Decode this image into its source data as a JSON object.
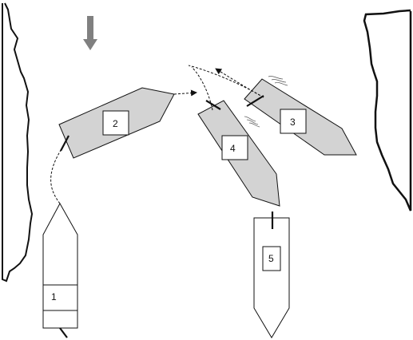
{
  "diagram": {
    "colors": {
      "vessel_fill": "#d3d3d3",
      "hull_stroke": "#111111",
      "arrow_fill": "#808080",
      "background": "#ffffff"
    },
    "labels": {
      "vessel_1": "1",
      "vessel_2": "2",
      "vessel_3": "3",
      "vessel_4": "4",
      "vessel_5": "5"
    },
    "icons": {
      "direction_arrow": "down-arrow-icon"
    }
  }
}
